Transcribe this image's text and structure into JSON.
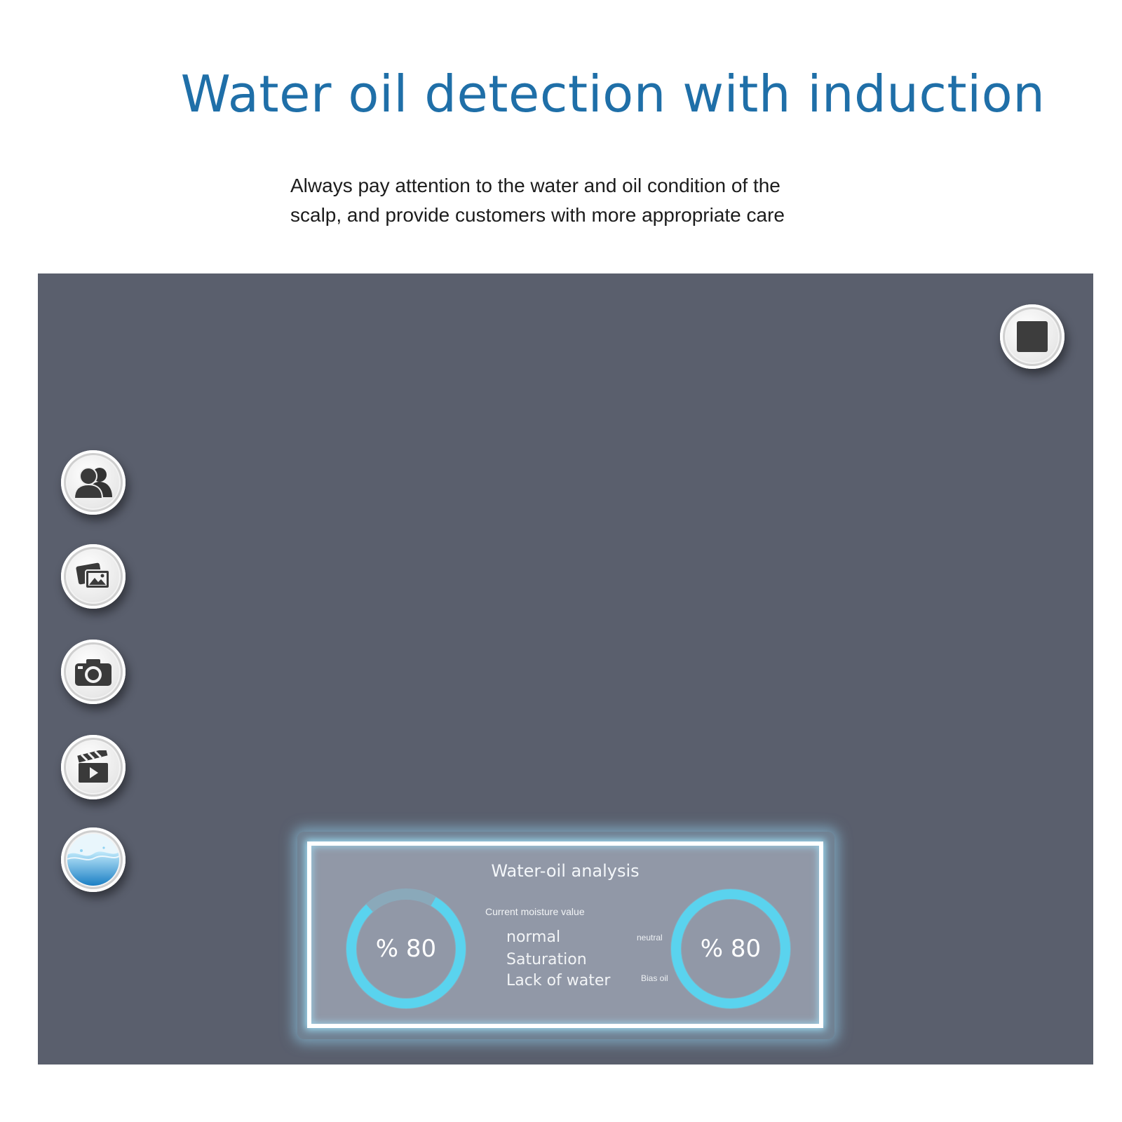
{
  "header": {
    "title": "Water oil detection with induction",
    "subtitle": "Always pay attention to the water and oil condition of the scalp, and provide customers with more appropriate care"
  },
  "toolbar": {
    "stop_icon": "stop-square-icon",
    "side_icons": [
      "users-icon",
      "gallery-icon",
      "camera-icon",
      "video-clapper-icon",
      "water-wave-icon"
    ]
  },
  "analysis": {
    "title": "Water-oil analysis",
    "left_gauge": {
      "value_text": "% 80",
      "level": 0.8
    },
    "right_gauge": {
      "value_text": "% 80",
      "level": 1.0
    },
    "current_label": "Current moisture value",
    "statuses": [
      "normal",
      "Saturation",
      "Lack of water"
    ],
    "tag_neutral": "neutral",
    "tag_bias_oil": "Bias oil"
  },
  "colors": {
    "title_blue": "#1f6fa8",
    "screen_bg": "#5a5f6d",
    "ring_cyan": "#5ad3ee"
  }
}
